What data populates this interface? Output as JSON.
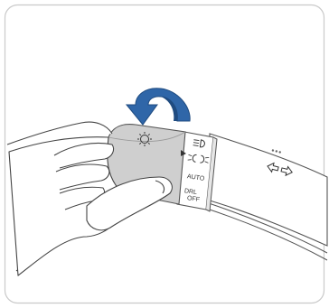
{
  "illustration": {
    "frame_color": "#c9c9c9",
    "arrow_color": "#2f66a8",
    "arrow_shade_color": "#1f4b80",
    "stalk_cap_color": "#b9b9b9",
    "icons": [
      "rotation-arrow-icon",
      "sun-icon",
      "headlamp-icon",
      "parking-lamp-icon",
      "turn-signal-icon"
    ]
  },
  "stalk": {
    "ring_labels": {
      "auto": "AUTO",
      "drl": "DRL",
      "off": "OFF"
    }
  }
}
